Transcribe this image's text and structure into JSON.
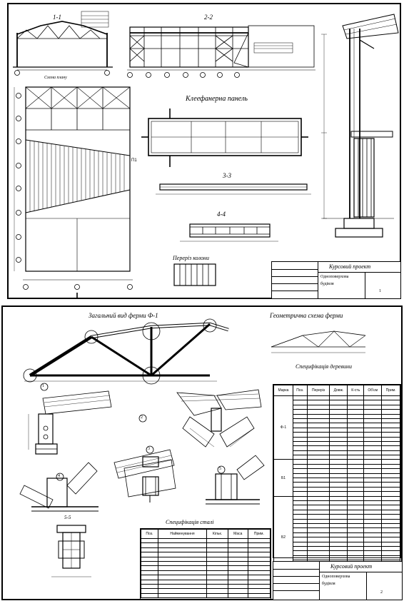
{
  "sheet1": {
    "sections": [
      "1-1",
      "2-2",
      "3-3",
      "4-4"
    ],
    "panel_title": "Клеефанерна панель",
    "column_section_title": "Переріз колони",
    "plan_caption": "Схема плану",
    "mark_pn": "П1",
    "title_block": {
      "title": "Курсовий проект",
      "line1": "Одноповерхова",
      "line2": "будівля",
      "sheet_no": "1"
    }
  },
  "sheet2": {
    "truss_title": "Загальний вид ферми Ф-1",
    "geom_title": "Геометрична схема ферми",
    "spec_title_right": "Специфікація деревини",
    "spec_title_bottom": "Специфікація сталі",
    "node_marks": [
      "1",
      "2",
      "3",
      "4",
      "5"
    ],
    "section_5": "5-5",
    "spec_headers": [
      "Марка",
      "Поз.",
      "Переріз",
      "Довж.",
      "К-сть",
      "Об'єм",
      "Прим."
    ],
    "spec_groups": [
      "Ф-1",
      "Б1",
      "Б2"
    ],
    "spec_bottom_headers": [
      "Поз.",
      "Найменування",
      "Кільк.",
      "Маса",
      "Прим."
    ],
    "title_block": {
      "title": "Курсовий проект",
      "line1": "Одноповерхова",
      "line2": "будівля",
      "sheet_no": "2"
    }
  },
  "colors": {
    "ink": "#000000",
    "paper": "#ffffff"
  }
}
